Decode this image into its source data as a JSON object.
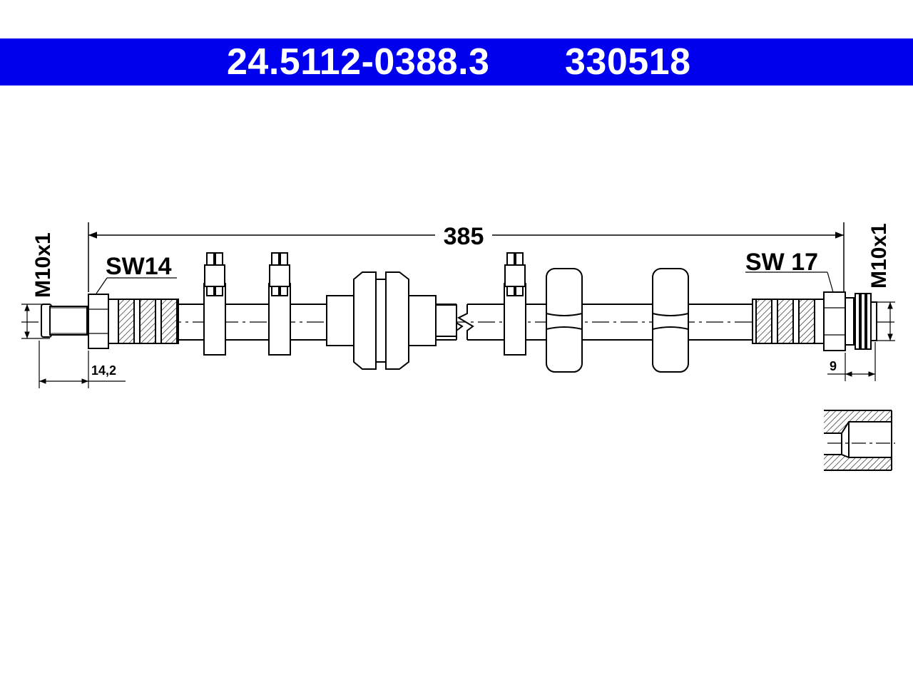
{
  "header": {
    "part_number": "24.5112-0388.3",
    "ref_number": "330518",
    "background_color": "#0000ee",
    "text_color": "#ffffff"
  },
  "dimensions": {
    "overall_length": "385",
    "left_thread": "M10x1",
    "right_thread": "M10x1",
    "left_wrench": "SW14",
    "right_wrench": "SW 17",
    "left_offset": "14,2",
    "right_offset": "9"
  }
}
